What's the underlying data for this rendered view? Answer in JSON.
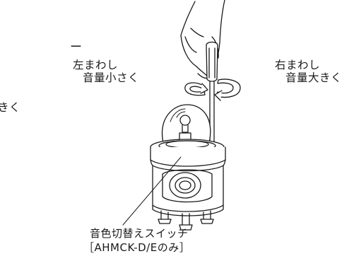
{
  "labels": {
    "left_line1": "左まわし",
    "left_line2": "音量小さく",
    "right_line1": "右まわし",
    "right_line2": "音量大きく",
    "cut_dash": "ー",
    "cut_ki": "きく",
    "switch_line1": "音色切替えスイッチ",
    "switch_line2": "［AHMCK-D/Eのみ］"
  },
  "colors": {
    "line": "#1a1a1a",
    "fill": "#ffffff",
    "shade": "#d9d9d9"
  }
}
